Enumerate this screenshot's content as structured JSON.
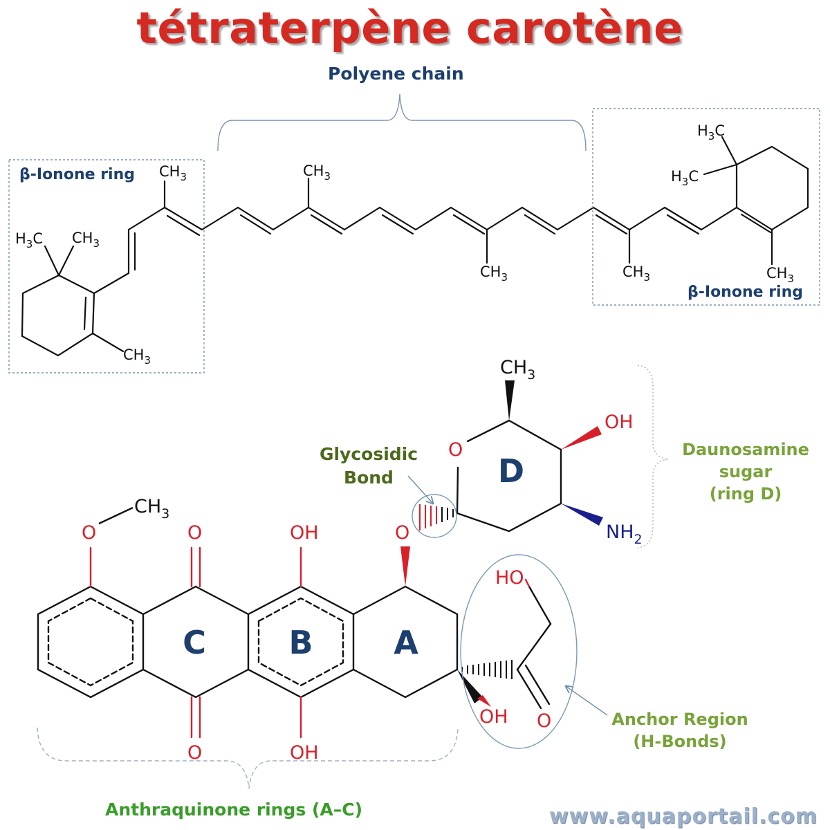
{
  "title": "tétraterpène carotène",
  "carotene": {
    "polyene_label": "Polyene chain",
    "ionone_left_label": "β-Ionone ring",
    "ionone_right_label": "β-Ionone ring"
  },
  "groups": {
    "ch3": "CH",
    "h3c": "H",
    "sub3": "3",
    "sub2": "2",
    "oh": "OH",
    "ho": "HO",
    "o": "O",
    "c_atom": "C",
    "nh": "NH"
  },
  "rings": {
    "a": "A",
    "b": "B",
    "c": "C",
    "d": "D"
  },
  "annotations": {
    "glycosidic_line1": "Glycosidic",
    "glycosidic_line2": "Bond",
    "dauno_line1": "Daunosamine",
    "dauno_line2": "sugar",
    "dauno_line3": "(ring D)",
    "anchor_line1": "Anchor Region",
    "anchor_line2": "(H-Bonds)",
    "anthraquinone": "Anthraquinone rings (A–C)"
  },
  "watermark": "www.aquaportail.com",
  "colors": {
    "title": "#d42a22",
    "label_blue": "#1d3f6e",
    "oxygen_red": "#d8202a",
    "nitrogen_navy": "#1a1f8c",
    "olive": "#4c6a1c",
    "light_green": "#79a33a",
    "green": "#3a9c2a"
  }
}
